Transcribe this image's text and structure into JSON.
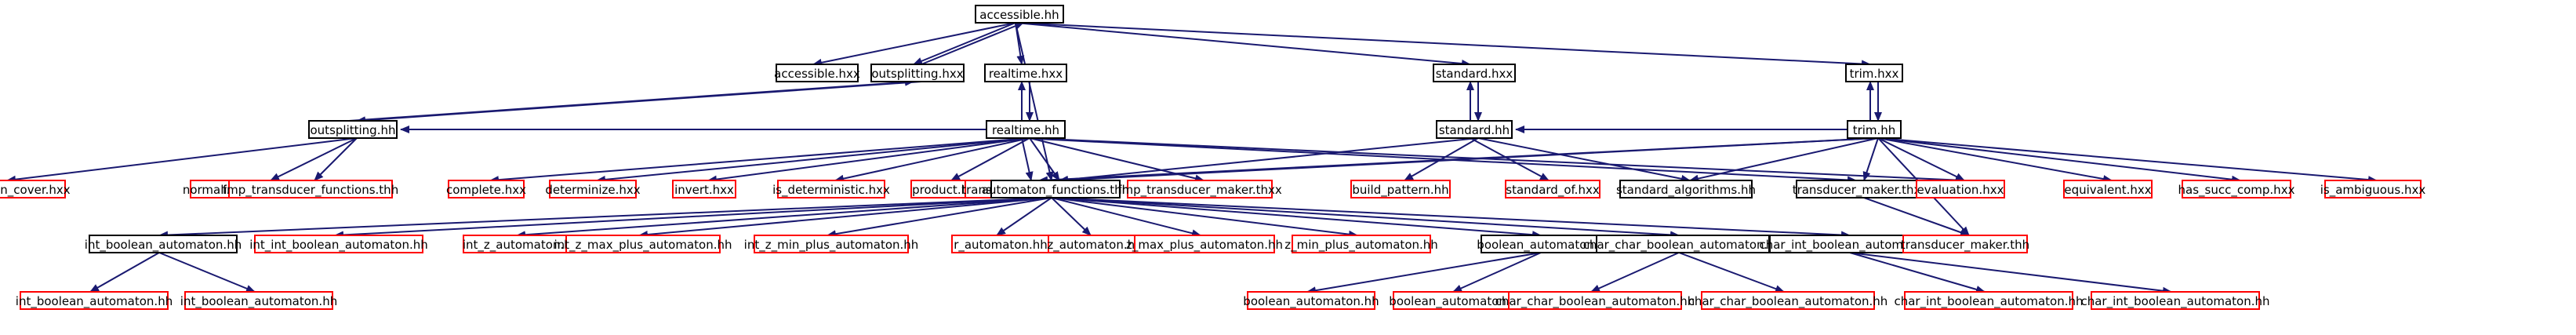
{
  "colors": {
    "edge": "#191970",
    "documented_border": "#000000",
    "undocumented_border": "#ff0000",
    "root_fill": "#bfbfbf",
    "node_fill": "#ffffff"
  },
  "nodes": [
    {
      "id": "accessible_hh",
      "label": "accessible.hh",
      "root": true,
      "documented": true
    },
    {
      "id": "accessible_hxx",
      "label": "accessible.hxx",
      "documented": true
    },
    {
      "id": "outsplitting_hxx",
      "label": "outsplitting.hxx",
      "documented": true
    },
    {
      "id": "realtime_hxx",
      "label": "realtime.hxx",
      "documented": true
    },
    {
      "id": "standard_hxx",
      "label": "standard.hxx",
      "documented": true
    },
    {
      "id": "trim_hxx",
      "label": "trim.hxx",
      "documented": true
    },
    {
      "id": "outsplitting_hh",
      "label": "outsplitting.hh",
      "documented": true
    },
    {
      "id": "realtime_hh",
      "label": "realtime.hh",
      "documented": true
    },
    {
      "id": "standard_hh",
      "label": "standard.hh",
      "documented": true
    },
    {
      "id": "trim_hh",
      "label": "trim.hh",
      "documented": true
    },
    {
      "id": "composition_cover_hxx",
      "label": "composition_cover.hxx",
      "documented": false
    },
    {
      "id": "normalized_composition_hxx",
      "label": "normalized_composition.hxx",
      "documented": false
    },
    {
      "id": "fmp_transducer_functions_thh",
      "label": "fmp_transducer_functions.thh",
      "documented": false
    },
    {
      "id": "complete_hxx",
      "label": "complete.hxx",
      "documented": false
    },
    {
      "id": "determinize_hxx",
      "label": "determinize.hxx",
      "documented": false
    },
    {
      "id": "invert_hxx",
      "label": "invert.hxx",
      "documented": false
    },
    {
      "id": "is_deterministic_hxx",
      "label": "is_deterministic.hxx",
      "documented": false
    },
    {
      "id": "product_hxx",
      "label": "product.hxx",
      "documented": false
    },
    {
      "id": "transducer_functions_thh",
      "label": "transducer_functions.thh",
      "documented": false
    },
    {
      "id": "automaton_functions_thh",
      "label": "automaton_functions.thh",
      "documented": true
    },
    {
      "id": "fmp_transducer_maker_thxx",
      "label": "fmp_transducer_maker.thxx",
      "documented": false
    },
    {
      "id": "build_pattern_hh",
      "label": "build_pattern.hh",
      "documented": false
    },
    {
      "id": "standard_of_hxx",
      "label": "standard_of.hxx",
      "documented": false
    },
    {
      "id": "standard_algorithms_hh",
      "label": "standard_algorithms.hh",
      "documented": true
    },
    {
      "id": "transducer_maker_thxx",
      "label": "transducer_maker.thxx",
      "documented": true
    },
    {
      "id": "evaluation_hxx",
      "label": "evaluation.hxx",
      "documented": false
    },
    {
      "id": "equivalent_hxx",
      "label": "equivalent.hxx",
      "documented": false
    },
    {
      "id": "has_succ_comp_hxx",
      "label": "has_succ_comp.hxx",
      "documented": false
    },
    {
      "id": "is_ambiguous_hxx",
      "label": "is_ambiguous.hxx",
      "documented": false
    },
    {
      "id": "int_boolean_automaton_hh",
      "label": "int_boolean_automaton.hh",
      "documented": true
    },
    {
      "id": "int_int_boolean_automaton_hh",
      "label": "int_int_boolean_automaton.hh",
      "documented": false
    },
    {
      "id": "int_z_automaton_hh",
      "label": "int_z_automaton.hh",
      "documented": false
    },
    {
      "id": "int_z_max_plus_automaton_hh",
      "label": "int_z_max_plus_automaton.hh",
      "documented": false
    },
    {
      "id": "int_z_min_plus_automaton_hh",
      "label": "int_z_min_plus_automaton.hh",
      "documented": false
    },
    {
      "id": "r_automaton_hh",
      "label": "r_automaton.hh",
      "documented": false
    },
    {
      "id": "z_automaton_hh",
      "label": "z_automaton.hh",
      "documented": false
    },
    {
      "id": "z_max_plus_automaton_hh",
      "label": "z_max_plus_automaton.hh",
      "documented": false
    },
    {
      "id": "z_min_plus_automaton_hh",
      "label": "z_min_plus_automaton.hh",
      "documented": false
    },
    {
      "id": "boolean_automaton_hh",
      "label": "boolean_automaton.hh",
      "documented": true
    },
    {
      "id": "char_char_boolean_automaton_hh",
      "label": "char_char_boolean_automaton.hh",
      "documented": true
    },
    {
      "id": "char_int_boolean_automaton_hh",
      "label": "char_int_boolean_automaton.hh",
      "documented": true
    },
    {
      "id": "transducer_maker_thh",
      "label": "transducer_maker.thh",
      "documented": false
    },
    {
      "id": "int_boolean_automaton_hh_2",
      "label": "int_boolean_automaton.hh",
      "documented": false
    },
    {
      "id": "int_boolean_automaton_hh_3",
      "label": "int_boolean_automaton.hh",
      "documented": false
    },
    {
      "id": "boolean_automaton_hh_2",
      "label": "boolean_automaton.hh",
      "documented": false
    },
    {
      "id": "boolean_automaton_hh_3",
      "label": "boolean_automaton.hh",
      "documented": false
    },
    {
      "id": "char_char_boolean_automaton_hh_2",
      "label": "char_char_boolean_automaton.hh",
      "documented": false
    },
    {
      "id": "char_char_boolean_automaton_hh_3",
      "label": "char_char_boolean_automaton.hh",
      "documented": false
    },
    {
      "id": "char_int_boolean_automaton_hh_2",
      "label": "char_int_boolean_automaton.hh",
      "documented": false
    },
    {
      "id": "char_int_boolean_automaton_hh_3",
      "label": "char_int_boolean_automaton.hh",
      "documented": false
    }
  ],
  "edges": [
    {
      "from": "accessible_hh",
      "to": "accessible_hxx"
    },
    {
      "from": "accessible_hh",
      "to": "outsplitting_hxx"
    },
    {
      "from": "accessible_hh",
      "to": "realtime_hxx"
    },
    {
      "from": "accessible_hh",
      "to": "standard_hxx"
    },
    {
      "from": "accessible_hh",
      "to": "trim_hxx"
    },
    {
      "from": "accessible_hh",
      "to": "automaton_functions_thh"
    },
    {
      "from": "outsplitting_hxx",
      "to": "accessible_hh"
    },
    {
      "from": "outsplitting_hxx",
      "to": "outsplitting_hh"
    },
    {
      "from": "outsplitting_hh",
      "to": "outsplitting_hxx"
    },
    {
      "from": "outsplitting_hh",
      "to": "composition_cover_hxx"
    },
    {
      "from": "outsplitting_hh",
      "to": "normalized_composition_hxx"
    },
    {
      "from": "outsplitting_hh",
      "to": "fmp_transducer_functions_thh"
    },
    {
      "from": "realtime_hxx",
      "to": "realtime_hh"
    },
    {
      "from": "realtime_hh",
      "to": "realtime_hxx"
    },
    {
      "from": "realtime_hh",
      "to": "outsplitting_hh"
    },
    {
      "from": "realtime_hh",
      "to": "complete_hxx"
    },
    {
      "from": "realtime_hh",
      "to": "determinize_hxx"
    },
    {
      "from": "realtime_hh",
      "to": "invert_hxx"
    },
    {
      "from": "realtime_hh",
      "to": "is_deterministic_hxx"
    },
    {
      "from": "realtime_hh",
      "to": "product_hxx"
    },
    {
      "from": "realtime_hh",
      "to": "transducer_functions_thh"
    },
    {
      "from": "realtime_hh",
      "to": "automaton_functions_thh"
    },
    {
      "from": "realtime_hh",
      "to": "fmp_transducer_maker_thxx"
    },
    {
      "from": "realtime_hh",
      "to": "transducer_maker_thxx"
    },
    {
      "from": "realtime_hh",
      "to": "evaluation_hxx"
    },
    {
      "from": "standard_hxx",
      "to": "standard_hh"
    },
    {
      "from": "standard_hh",
      "to": "standard_hxx"
    },
    {
      "from": "standard_hh",
      "to": "automaton_functions_thh"
    },
    {
      "from": "standard_hh",
      "to": "build_pattern_hh"
    },
    {
      "from": "standard_hh",
      "to": "standard_of_hxx"
    },
    {
      "from": "standard_hh",
      "to": "standard_algorithms_hh"
    },
    {
      "from": "trim_hxx",
      "to": "trim_hh"
    },
    {
      "from": "trim_hh",
      "to": "trim_hxx"
    },
    {
      "from": "trim_hh",
      "to": "standard_hh"
    },
    {
      "from": "trim_hh",
      "to": "automaton_functions_thh"
    },
    {
      "from": "trim_hh",
      "to": "transducer_functions_thh"
    },
    {
      "from": "trim_hh",
      "to": "standard_algorithms_hh"
    },
    {
      "from": "trim_hh",
      "to": "transducer_maker_thxx"
    },
    {
      "from": "trim_hh",
      "to": "evaluation_hxx"
    },
    {
      "from": "trim_hh",
      "to": "equivalent_hxx"
    },
    {
      "from": "trim_hh",
      "to": "has_succ_comp_hxx"
    },
    {
      "from": "trim_hh",
      "to": "is_ambiguous_hxx"
    },
    {
      "from": "trim_hh",
      "to": "transducer_maker_thh"
    },
    {
      "from": "transducer_maker_thxx",
      "to": "transducer_maker_thh"
    },
    {
      "from": "automaton_functions_thh",
      "to": "int_boolean_automaton_hh"
    },
    {
      "from": "automaton_functions_thh",
      "to": "int_int_boolean_automaton_hh"
    },
    {
      "from": "automaton_functions_thh",
      "to": "int_z_automaton_hh"
    },
    {
      "from": "automaton_functions_thh",
      "to": "int_z_max_plus_automaton_hh"
    },
    {
      "from": "automaton_functions_thh",
      "to": "int_z_min_plus_automaton_hh"
    },
    {
      "from": "automaton_functions_thh",
      "to": "r_automaton_hh"
    },
    {
      "from": "automaton_functions_thh",
      "to": "z_automaton_hh"
    },
    {
      "from": "automaton_functions_thh",
      "to": "z_max_plus_automaton_hh"
    },
    {
      "from": "automaton_functions_thh",
      "to": "z_min_plus_automaton_hh"
    },
    {
      "from": "automaton_functions_thh",
      "to": "boolean_automaton_hh"
    },
    {
      "from": "automaton_functions_thh",
      "to": "char_char_boolean_automaton_hh"
    },
    {
      "from": "automaton_functions_thh",
      "to": "char_int_boolean_automaton_hh"
    },
    {
      "from": "int_boolean_automaton_hh",
      "to": "int_boolean_automaton_hh_2"
    },
    {
      "from": "int_boolean_automaton_hh",
      "to": "int_boolean_automaton_hh_3"
    },
    {
      "from": "boolean_automaton_hh",
      "to": "boolean_automaton_hh_2"
    },
    {
      "from": "boolean_automaton_hh",
      "to": "boolean_automaton_hh_3"
    },
    {
      "from": "char_char_boolean_automaton_hh",
      "to": "char_char_boolean_automaton_hh_2"
    },
    {
      "from": "char_char_boolean_automaton_hh",
      "to": "char_char_boolean_automaton_hh_3"
    },
    {
      "from": "char_int_boolean_automaton_hh",
      "to": "char_int_boolean_automaton_hh_2"
    },
    {
      "from": "char_int_boolean_automaton_hh",
      "to": "char_int_boolean_automaton_hh_3"
    }
  ]
}
